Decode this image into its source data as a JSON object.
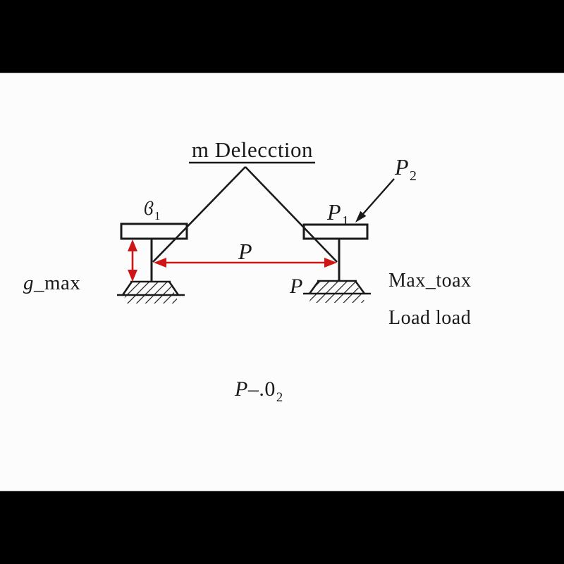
{
  "diagram": {
    "title": "m Delecction",
    "labels": {
      "p2": {
        "lead": "P",
        "sub": "2"
      },
      "beta1": {
        "lead": "ϐ",
        "sub": "1"
      },
      "p1": {
        "lead": "P",
        "sub": "1"
      },
      "span_p": "P",
      "g_max": {
        "lead": "g",
        "rest": "_max"
      },
      "p_support": "P",
      "note_line1": "Max_toax",
      "note_line2": "Load load",
      "formula": {
        "lead": "P",
        "mid": "–.0",
        "sub": "2"
      }
    },
    "colors": {
      "ink": "#1a1a1a",
      "accent_red": "#cf1616",
      "canvas": "#fcfcfc",
      "letterbox": "#000000"
    }
  }
}
